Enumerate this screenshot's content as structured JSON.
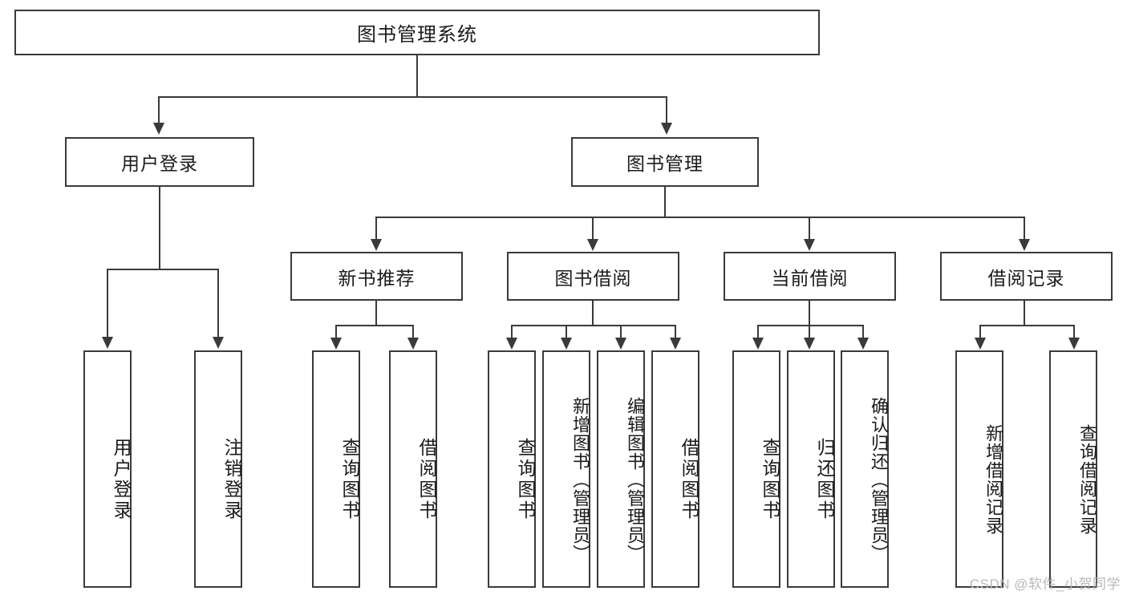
{
  "diagram": {
    "title_text": "图书管理系统",
    "watermark": "CSDN @软件_小贺同学",
    "colors": {
      "stroke": "#3a3a3a",
      "background": "#ffffff",
      "text": "#1b1b1b",
      "watermark": "#b9b9b9"
    },
    "type": "tree",
    "root": {
      "label": "图书管理系统"
    },
    "level2": [
      {
        "label": "用户登录"
      },
      {
        "label": "图书管理"
      }
    ],
    "level3": [
      {
        "label": "新书推荐"
      },
      {
        "label": "图书借阅"
      },
      {
        "label": "当前借阅"
      },
      {
        "label": "借阅记录"
      }
    ],
    "leaves": {
      "user_login": [
        {
          "label": "用户登录"
        },
        {
          "label": "注销登录"
        }
      ],
      "new_book_recommend": [
        {
          "label": "查询图书"
        },
        {
          "label": "借阅图书"
        }
      ],
      "book_borrow": [
        {
          "label": "查询图书"
        },
        {
          "label": "新增图书（管理员）"
        },
        {
          "label": "编辑图书（管理员）"
        },
        {
          "label": "借阅图书"
        }
      ],
      "current_borrow": [
        {
          "label": "查询图书"
        },
        {
          "label": "归还图书"
        },
        {
          "label": "确认归还（管理员）"
        }
      ],
      "borrow_record": [
        {
          "label": "新增借阅记录"
        },
        {
          "label": "查询借阅记录"
        }
      ]
    }
  }
}
